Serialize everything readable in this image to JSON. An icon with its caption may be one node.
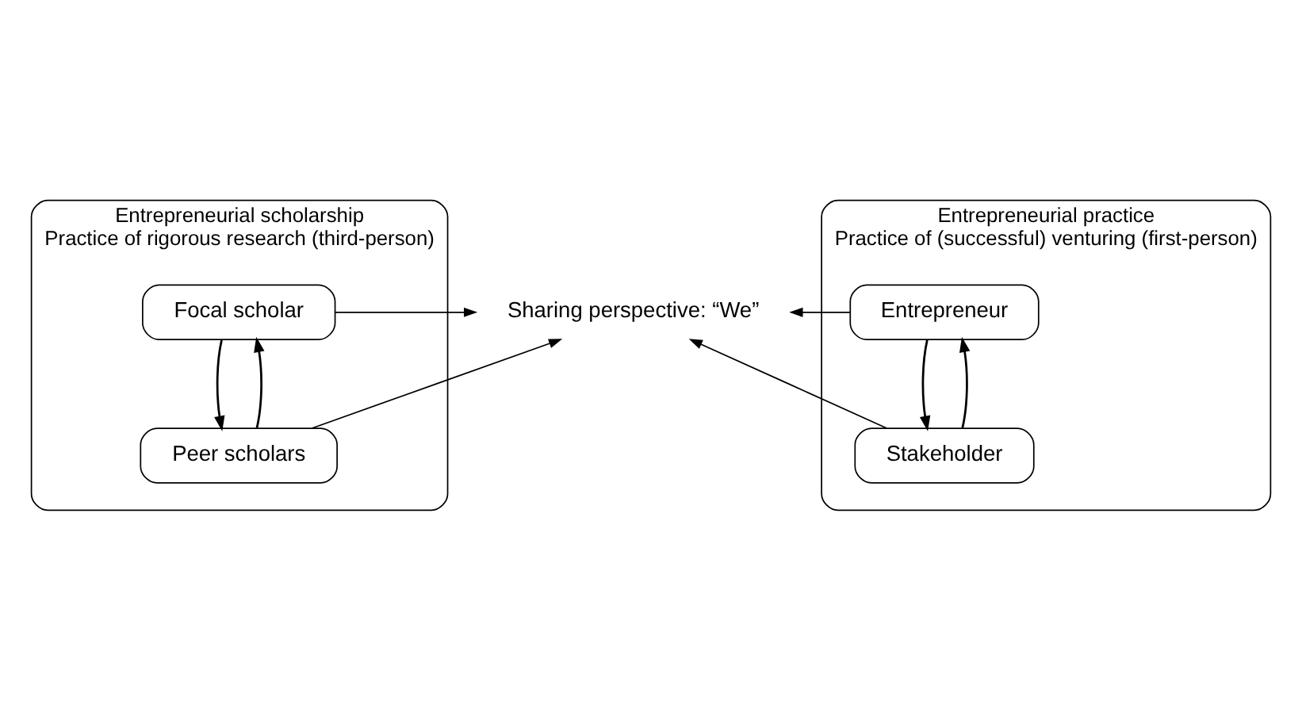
{
  "diagram": {
    "nodes": [
      {
        "text": [
          "Entrepreneurial scholarship",
          "Practice of rigorous research (third-person)"
        ]
      },
      {
        "text": [
          "Focal scholar"
        ],
        "in": 0
      },
      {
        "text": [
          "Peer scholars"
        ],
        "in": 0
      },
      {
        "text": [
          "Sharing perspective: “We”"
        ]
      },
      {
        "text": [
          "Entrepreneurial practice",
          "Practice of (successful) venturing (first-person)"
        ]
      },
      {
        "text": [
          "Entrepreneur"
        ],
        "in": 4
      },
      {
        "text": [
          "Stakeholder"
        ],
        "in": 4
      }
    ],
    "edges": [
      {
        "from": 1,
        "to": 3,
        "arrow": "to"
      },
      {
        "from": 2,
        "to": 3,
        "arrow": "to"
      },
      {
        "from": 5,
        "to": 3,
        "arrow": "to"
      },
      {
        "from": 6,
        "to": 3,
        "arrow": "to"
      },
      {
        "from": 2,
        "to": 1,
        "arrow": "to"
      },
      {
        "from": 1,
        "to": 2,
        "arrow": "to"
      },
      {
        "from": 6,
        "to": 5,
        "arrow": "to"
      },
      {
        "from": 5,
        "to": 6,
        "arrow": "to"
      }
    ]
  }
}
